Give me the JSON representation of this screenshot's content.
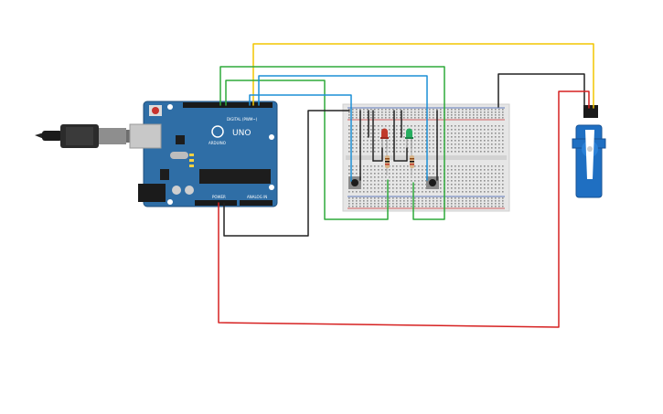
{
  "arduino": {
    "model_label": "UNO",
    "brand_label": "ARDUINO",
    "digital_label": "DIGITAL (PWM~)",
    "power_label": "POWER",
    "analog_label": "ANALOG IN",
    "board_color": "#2f6ea6"
  },
  "breadboard": {
    "body_color": "#e6e6e6"
  },
  "components": {
    "led_red_color": "#c0392b",
    "led_green_color": "#27ae60",
    "servo_color": "#1f6fc2"
  },
  "wires": {
    "yellow": "#f2c500",
    "green": "#2eaa3a",
    "blue": "#1c8fd6",
    "black": "#222222",
    "red": "#d62020"
  }
}
